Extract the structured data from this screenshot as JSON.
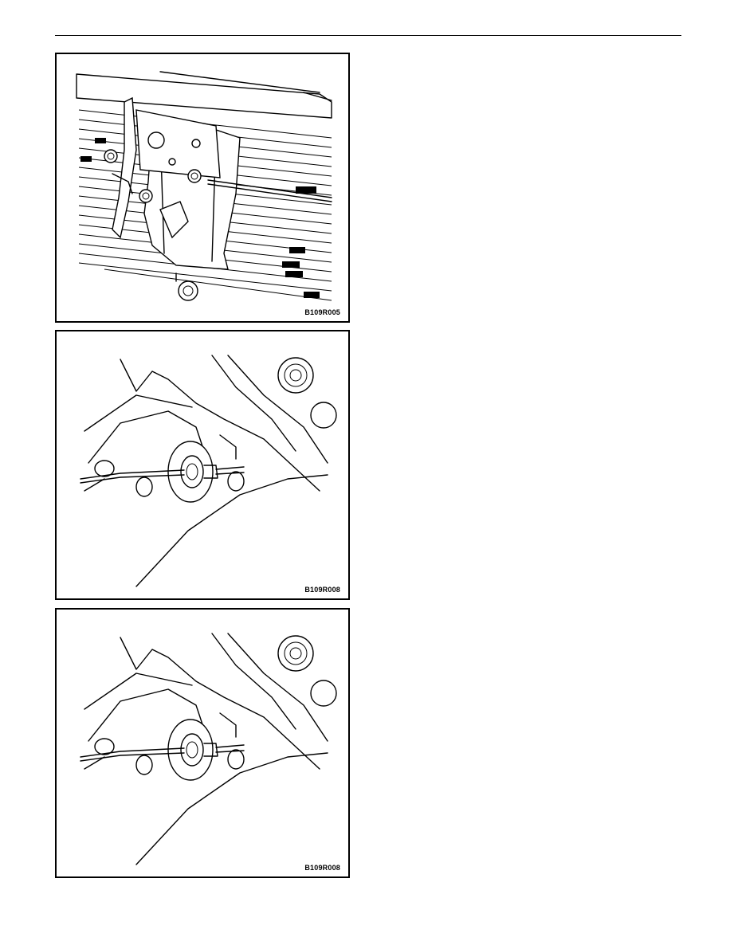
{
  "page": {
    "figures": [
      {
        "code": "B109R005",
        "icon": "hood-latch-illustration"
      },
      {
        "code": "B109R008",
        "icon": "release-cable-grommet-illustration"
      },
      {
        "code": "B109R008",
        "icon": "release-cable-grommet-illustration"
      }
    ]
  }
}
